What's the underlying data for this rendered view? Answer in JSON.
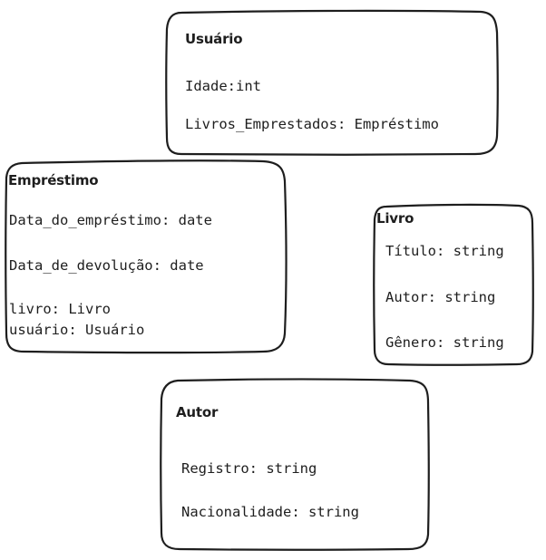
{
  "entities": {
    "usuario": {
      "title": "Usuário",
      "attributes": [
        "Idade:int",
        "Livros_Emprestados: Empréstimo"
      ]
    },
    "emprestimo": {
      "title": "Empréstimo",
      "attributes": [
        "Data_do_empréstimo: date",
        "Data_de_devolução: date",
        "livro: Livro",
        "usuário: Usuário"
      ]
    },
    "livro": {
      "title": "Livro",
      "attributes": [
        "Título: string",
        "Autor: string",
        "Gênero: string"
      ]
    },
    "autor": {
      "title": "Autor",
      "attributes": [
        "Registro: string",
        "Nacionalidade: string"
      ]
    }
  }
}
